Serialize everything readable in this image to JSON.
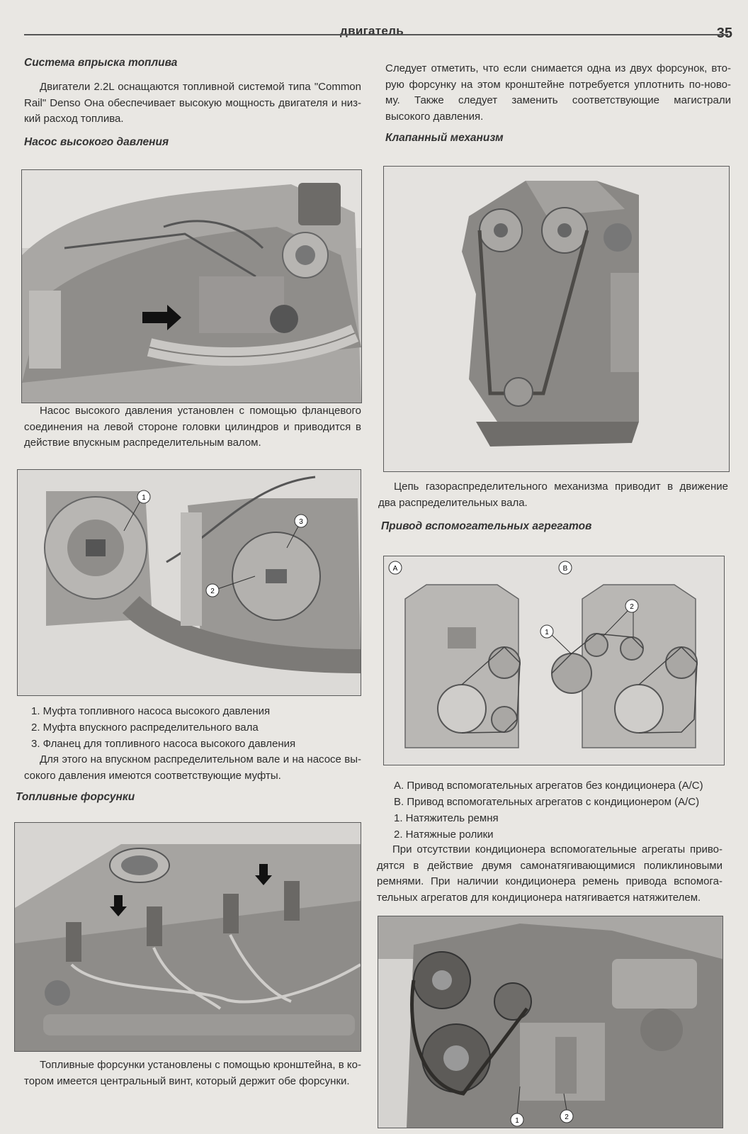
{
  "header": {
    "running_title": "двигатель",
    "page_number": "35"
  },
  "left": {
    "injection_system": {
      "title": "Система впрыска топлива",
      "lines": [
        "Двигатели 2.2L оснащаются топливной системой типа \"Common",
        "Rail\" Denso Она обеспечивает высокую мощность двигателя и низ-",
        "кий расход топлива."
      ]
    },
    "pump": {
      "title": "Насос высокого давления",
      "lines": [
        "Насос высокого давления установлен с помощью фланцевого",
        "соединения на левой стороне головки цилиндров и приводится в",
        "действие впускным распределительным валом."
      ],
      "callouts": [
        "1",
        "2",
        "3"
      ],
      "legend": [
        "1. Муфта топливного насоса высокого давления",
        "2. Муфта впускного распределительного вала",
        "3. Фланец для топливного насоса высокого давления"
      ],
      "after_lines": [
        "Для этого на впускном распределительном вале и на насосе вы-",
        "сокого давления имеются соответствующие муфты."
      ]
    },
    "injectors": {
      "title": "Топливные форсунки",
      "lines": [
        "Топливные форсунки установлены с помощью кронштейна, в ко-",
        "тором имеется центральный винт, который держит обе форсунки."
      ]
    }
  },
  "right": {
    "intro_lines": [
      "Следует отметить, что если снимается одна из двух форсунок, вто-",
      "рую форсунку на этом кронштейне потребуется уплотнить по-ново-",
      "му. Также следует заменить соответствующие магистрали",
      "высокого давления."
    ],
    "valve": {
      "title": "Клапанный механизм",
      "lines": [
        "Цепь газораспределительного механизма приводит в движение",
        "два распределительных вала."
      ]
    },
    "aux": {
      "title": "Привод вспомогательных агрегатов",
      "panel_labels": [
        "A",
        "B"
      ],
      "callouts": [
        "1",
        "2"
      ],
      "legend": [
        "A. Привод вспомогательных агрегатов без кондиционера (A/C)",
        "B. Привод вспомогательных агрегатов с кондиционером (A/C)",
        "1. Натяжитель ремня",
        "2. Натяжные ролики"
      ],
      "lines": [
        "При отсутствии кондиционера вспомогательные агрегаты приво-",
        "дятся в действие двумя самонатягивающимися поликлиновыми",
        "ремнями. При наличии кондиционера ремень привода вспомога-",
        "тельных агрегатов для кондиционера натягивается натяжителем."
      ],
      "photo_callouts": [
        "1",
        "2"
      ]
    }
  }
}
